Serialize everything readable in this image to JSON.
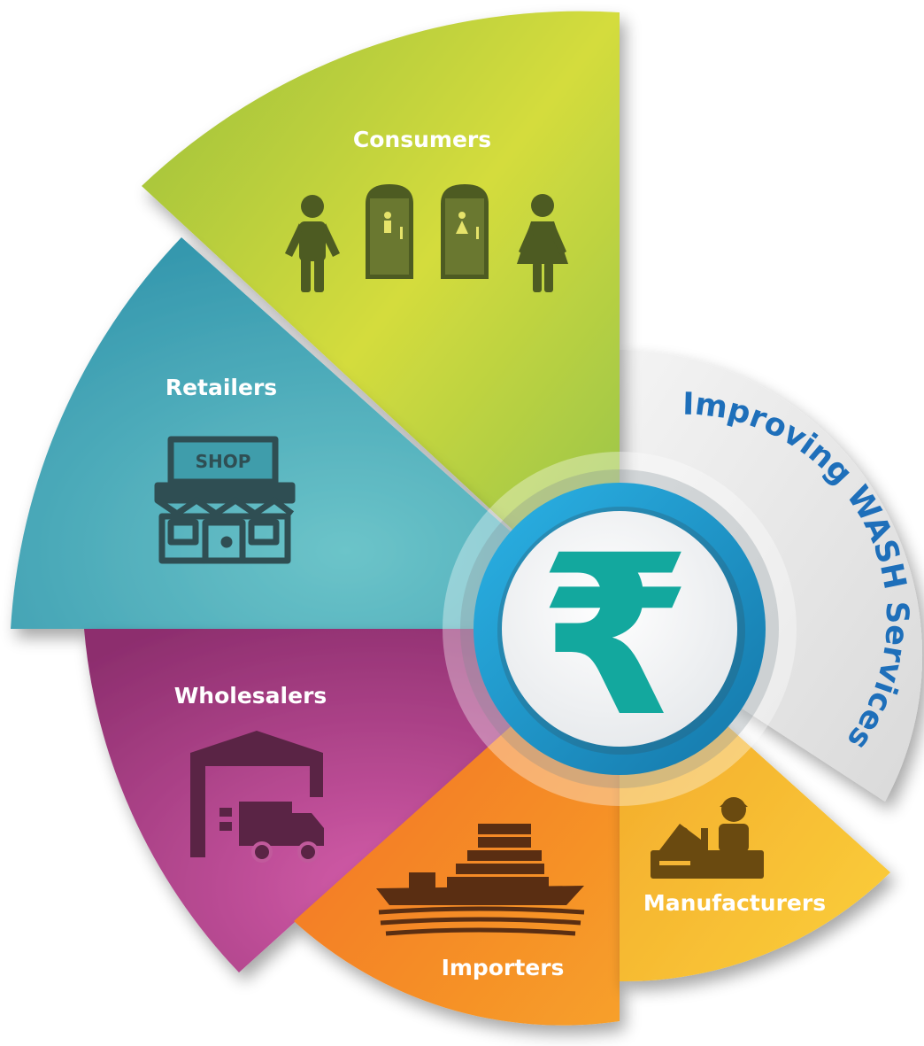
{
  "title_arc": "Improving WASH Services",
  "center_symbol": "₹",
  "segments": [
    {
      "label": "Consumers",
      "icon": "consumers-toilets-icon",
      "color": "#a7c93a"
    },
    {
      "label": "Retailers",
      "icon": "shop-icon",
      "color": "#3aa5b5"
    },
    {
      "label": "Wholesalers",
      "icon": "warehouse-truck-icon",
      "color": "#b2478e"
    },
    {
      "label": "Importers",
      "icon": "cargo-ship-icon",
      "color": "#f07a26"
    },
    {
      "label": "Manufacturers",
      "icon": "factory-worker-icon",
      "color": "#f6b92b"
    }
  ],
  "shop_sign": "SHOP",
  "colors": {
    "ring_accent": "#1b9ad6",
    "rupee": "#13a89e",
    "arc_text": "#1e6fba",
    "icon_dark": "#4a5a23"
  }
}
